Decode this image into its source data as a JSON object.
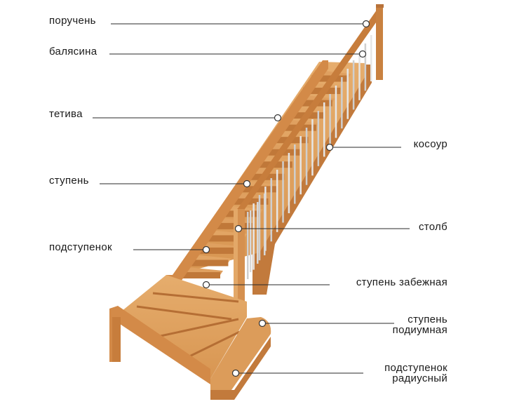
{
  "labels": {
    "handrail": "поручень",
    "baluster": "балясина",
    "stringer": "тетива",
    "step": "ступень",
    "kosour": "косоур",
    "post": "столб",
    "riser": "подступенок",
    "winder_step": "ступень забежная",
    "podium_step_line1": "ступень",
    "podium_step_line2": "подиумная",
    "radius_riser_line1": "подступенок",
    "radius_riser_line2": "радиусный"
  },
  "colors": {
    "wood_light": "#e3a867",
    "wood_mid": "#d0894a",
    "wood_dark": "#b56e34",
    "leader_line": "#2a2a2a",
    "baluster": "#d9d9d9"
  }
}
